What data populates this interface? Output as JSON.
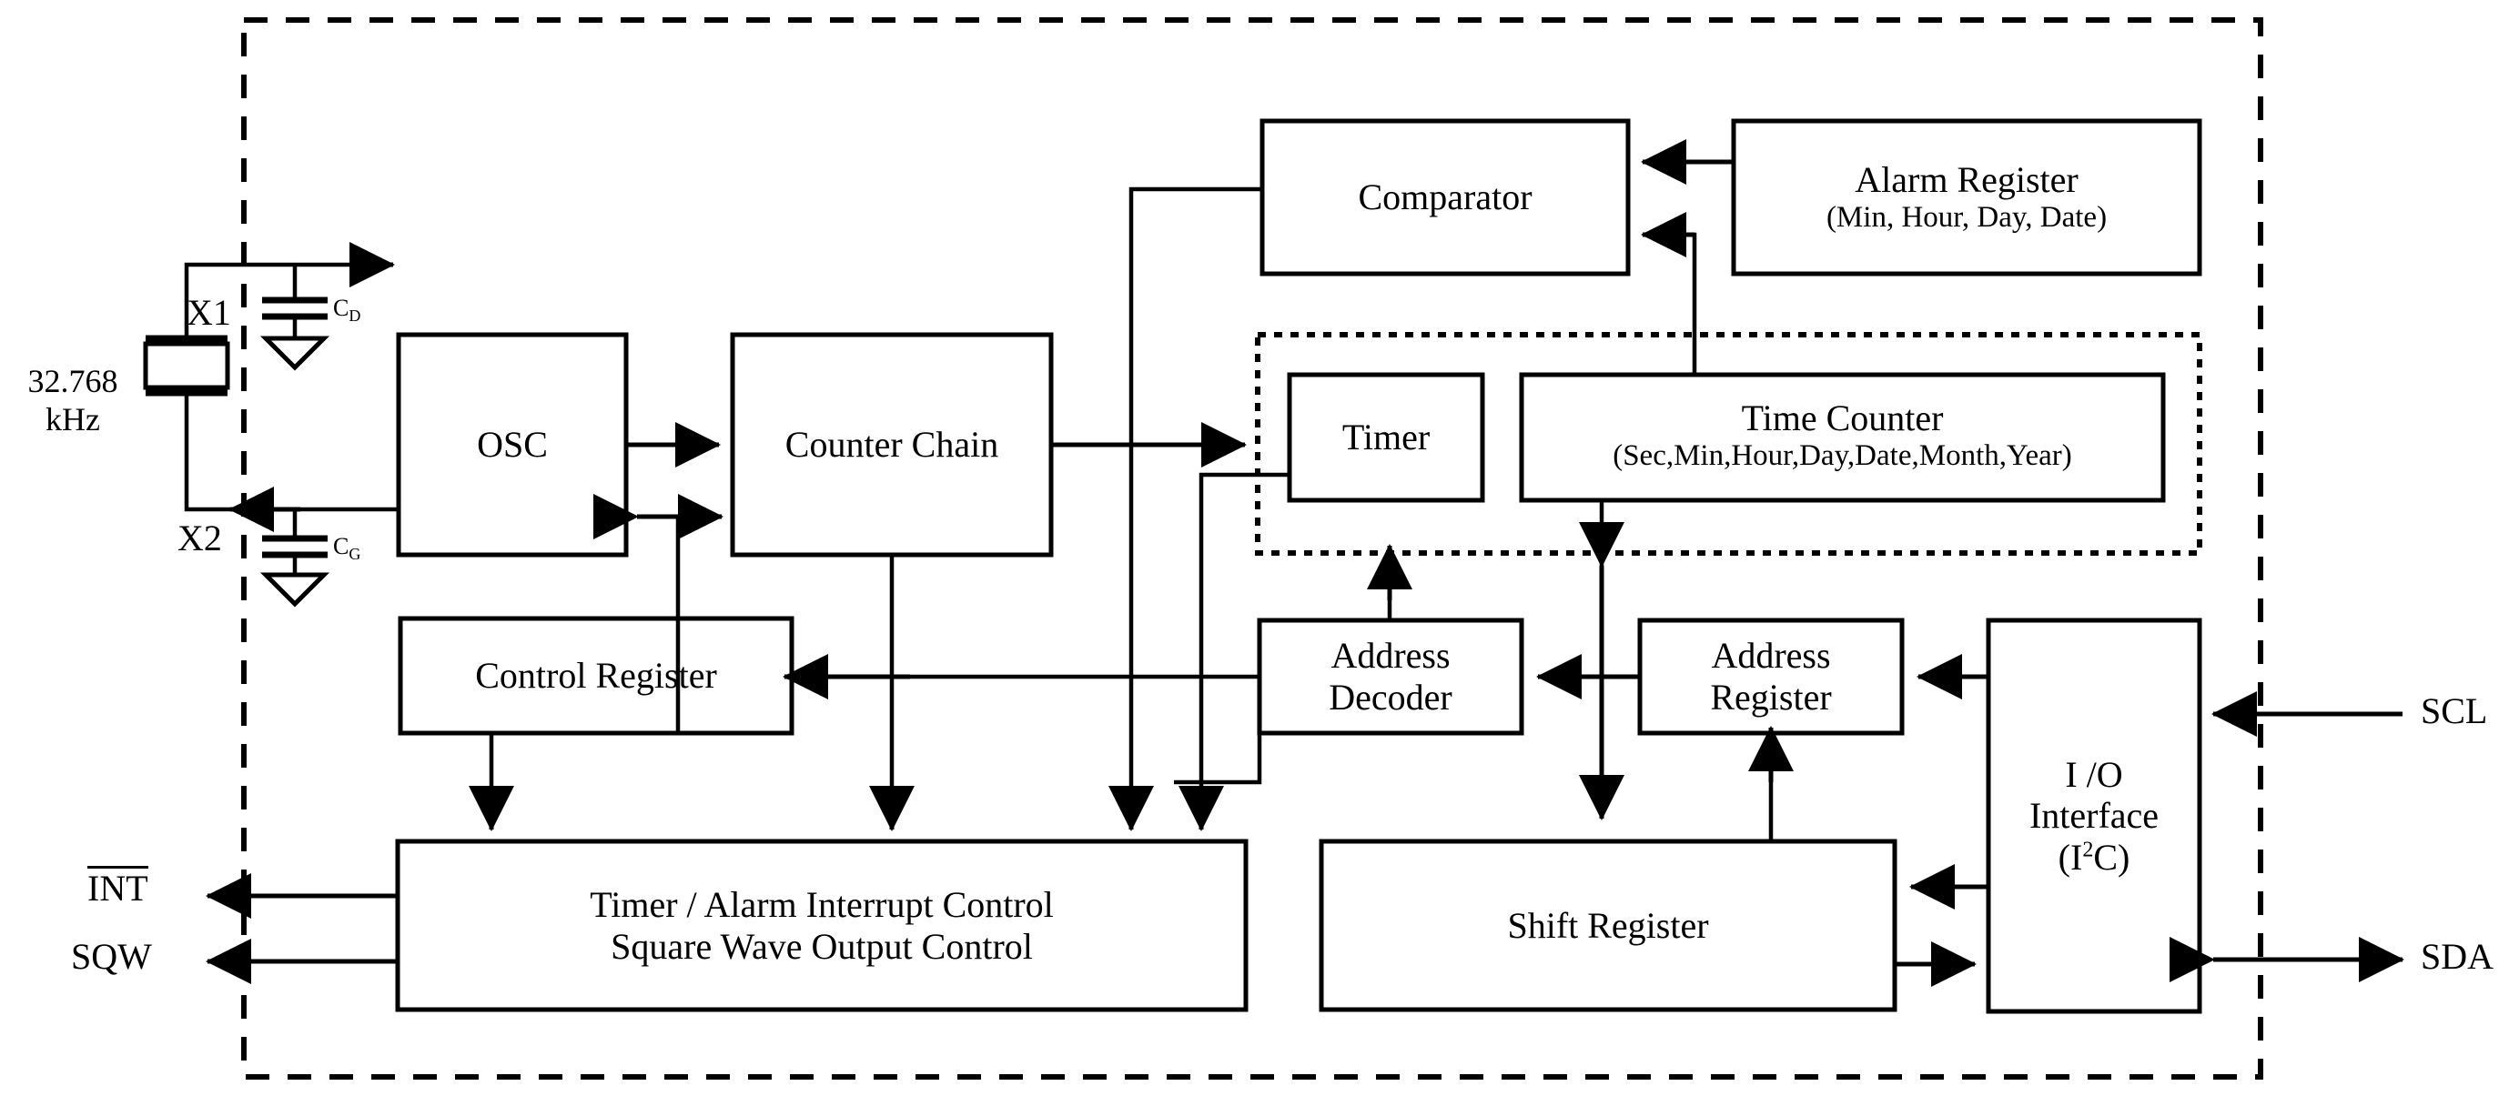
{
  "diagram": {
    "title": "RTC block diagram",
    "colors": {
      "line": "#000000",
      "background": "#ffffff"
    },
    "crystal": {
      "freq_value": "32.768",
      "freq_unit": "kHz"
    },
    "pins": [
      {
        "name": "X1",
        "label": "X1",
        "side": "left",
        "direction": "in",
        "overline": false
      },
      {
        "name": "X2",
        "label": "X2",
        "side": "left",
        "direction": "out",
        "overline": false
      },
      {
        "name": "INT",
        "label": "INT",
        "side": "left",
        "direction": "out",
        "overline": true
      },
      {
        "name": "SQW",
        "label": "SQW",
        "side": "left",
        "direction": "out",
        "overline": false
      },
      {
        "name": "SCL",
        "label": "SCL",
        "side": "right",
        "direction": "in",
        "overline": false
      },
      {
        "name": "SDA",
        "label": "SDA",
        "side": "right",
        "direction": "inout",
        "overline": false
      }
    ],
    "capacitors": [
      {
        "name": "CD",
        "label": "C",
        "subscript": "D"
      },
      {
        "name": "CG",
        "label": "C",
        "subscript": "G"
      }
    ],
    "blocks": {
      "osc": {
        "line1": "OSC"
      },
      "counter_chain": {
        "line1": "Counter Chain"
      },
      "comparator": {
        "line1": "Comparator"
      },
      "alarm_register": {
        "line1": "Alarm Register",
        "line2": "(Min, Hour, Day, Date)"
      },
      "timer": {
        "line1": "Timer"
      },
      "time_counter": {
        "line1": "Time Counter",
        "line2": "(Sec,Min,Hour,Day,Date,Month,Year)"
      },
      "control_register": {
        "line1": "Control Register"
      },
      "address_decoder": {
        "line1": "Address",
        "line2": "Decoder"
      },
      "address_register": {
        "line1": "Address",
        "line2": "Register"
      },
      "io_interface": {
        "line1": "I /O",
        "line2": "Interface",
        "line3_pre": "(I",
        "line3_sup": "2",
        "line3_post": "C)"
      },
      "interrupt_control": {
        "line1": "Timer / Alarm Interrupt Control",
        "line2": "Square Wave Output Control"
      },
      "shift_register": {
        "line1": "Shift Register"
      }
    }
  }
}
